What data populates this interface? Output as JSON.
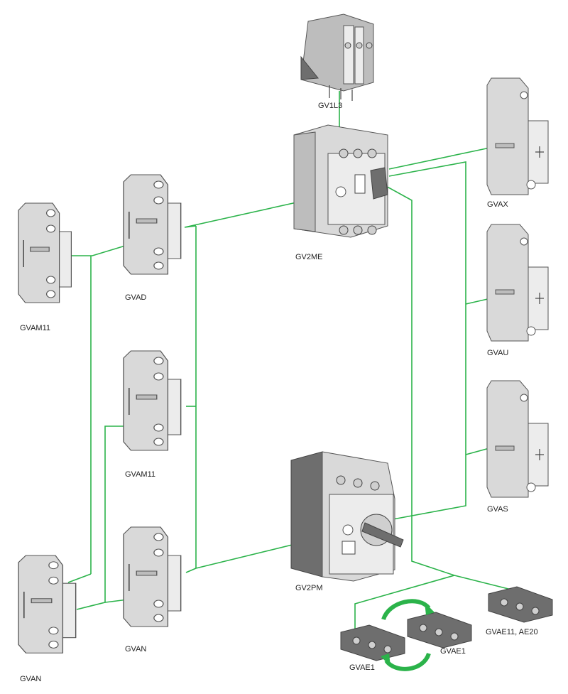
{
  "colors": {
    "wire": "#2bb34a",
    "device_light": "#d9d9d9",
    "device_dark": "#6e6e6e"
  },
  "labels": {
    "gv1l3": "GV1L3",
    "gv2me": "GV2ME",
    "gv2pm": "GV2PM",
    "gvax": "GVAX",
    "gvau": "GVAU",
    "gvas": "GVAS",
    "gvad": "GVAD",
    "gvam11_left": "GVAM11",
    "gvam11_mid": "GVAM11",
    "gvan_left": "GVAN",
    "gvan_mid": "GVAN",
    "gvae11": "GVAE11, AE20",
    "gvae1_right": "GVAE1",
    "gvae1_left": "GVAE1"
  }
}
